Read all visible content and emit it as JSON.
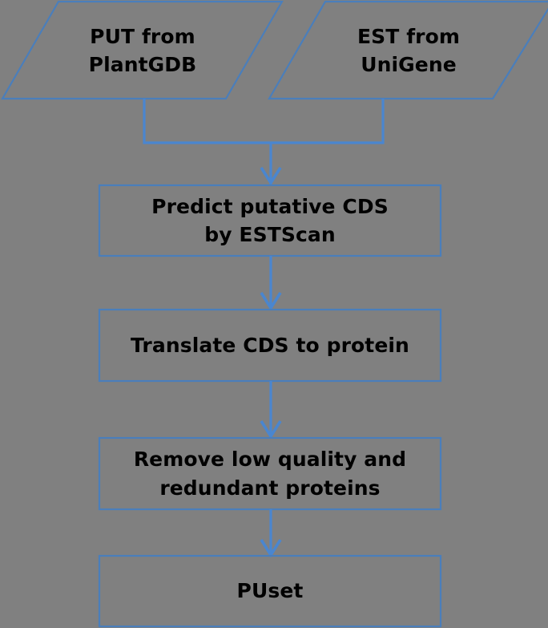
{
  "diagram": {
    "title": "PUset construction pipeline flowchart",
    "background_color": "#808080",
    "shape_stroke_color": "#4a7ebb",
    "connector_color": "#4a86cf",
    "text_color": "#000000",
    "sources": [
      {
        "id": "put-plantgdb",
        "shape": "parallelogram",
        "label": "PUT from\nPlantGDB"
      },
      {
        "id": "est-unigene",
        "shape": "parallelogram",
        "label": "EST from\nUniGene"
      }
    ],
    "steps": [
      {
        "id": "predict-cds",
        "shape": "rectangle",
        "label": "Predict putative CDS\nby ESTScan"
      },
      {
        "id": "translate-cds",
        "shape": "rectangle",
        "label": "Translate CDS to protein"
      },
      {
        "id": "remove-low-quality",
        "shape": "rectangle",
        "label": "Remove low quality and\nredundant proteins"
      },
      {
        "id": "puset",
        "shape": "rectangle",
        "label": "PUset"
      }
    ],
    "connectors": [
      {
        "id": "merge-sources-to-predict",
        "from": "put-plantgdb,est-unigene",
        "to": "predict-cds",
        "style": "merge-arrow"
      },
      {
        "id": "predict-to-translate",
        "from": "predict-cds",
        "to": "translate-cds",
        "style": "arrow"
      },
      {
        "id": "translate-to-remove",
        "from": "translate-cds",
        "to": "remove-low-quality",
        "style": "arrow"
      },
      {
        "id": "remove-to-puset",
        "from": "remove-low-quality",
        "to": "puset",
        "style": "arrow"
      }
    ]
  }
}
